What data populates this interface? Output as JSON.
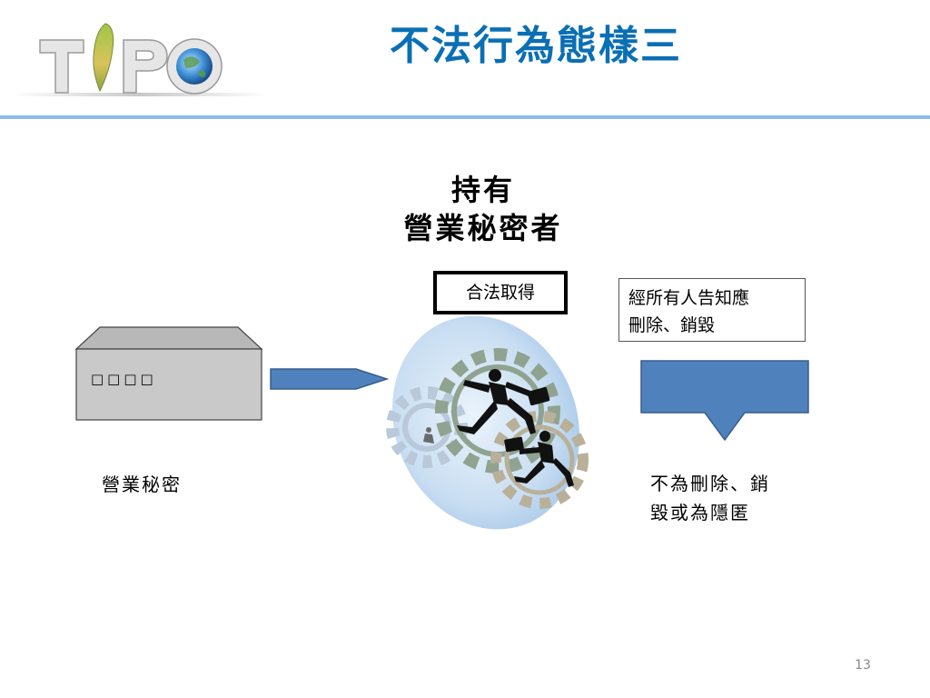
{
  "logo": {
    "text": "TIPO"
  },
  "slide": {
    "title": "不法行為態樣三",
    "heading_line1": "持有",
    "heading_line2": "營業秘密者",
    "top_box": "合法取得",
    "notice_line1": "經所有人告知應",
    "notice_line2": "刪除、銷毀",
    "folder_label": "□□□□",
    "left_caption": "營業秘密",
    "result_line1": "不為刪除、銷",
    "result_line2": "毀或為隱匿",
    "page_number": "13"
  },
  "colors": {
    "title": "#0a6fb5",
    "rule": "#8fbbe6",
    "arrow_fill": "#4f81bd",
    "arrow_stroke": "#385d8a",
    "folder_fill": "#c9c9c9"
  }
}
